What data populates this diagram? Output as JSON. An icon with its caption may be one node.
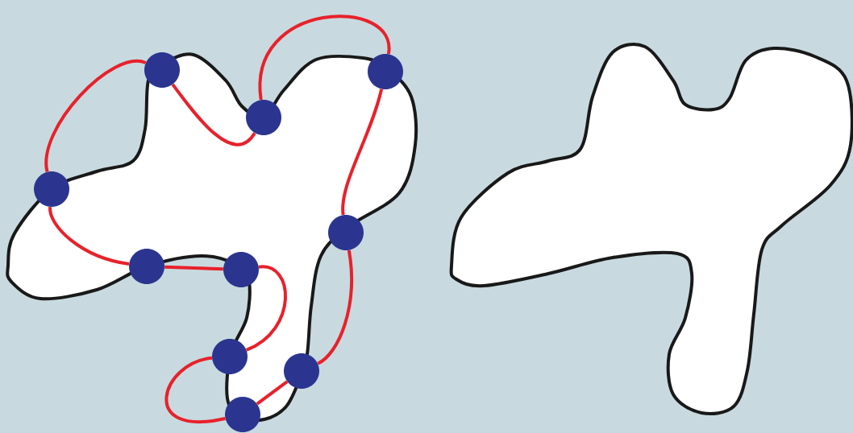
{
  "diagram": {
    "nodes": [
      {
        "text": [],
        "shape": "circle"
      },
      {
        "text": [],
        "shape": "circle"
      },
      {
        "text": [],
        "shape": "circle"
      },
      {
        "text": [],
        "shape": "circle"
      },
      {
        "text": [],
        "shape": "circle"
      },
      {
        "text": [],
        "shape": "circle"
      },
      {
        "text": [],
        "shape": "circle"
      },
      {
        "text": [],
        "shape": "circle"
      },
      {
        "text": [],
        "shape": "circle"
      },
      {
        "text": [],
        "shape": "circle"
      }
    ],
    "edges": [
      {
        "from": 3,
        "to": 0,
        "arrow": "none"
      },
      {
        "from": 0,
        "to": 2,
        "arrow": "none"
      },
      {
        "from": 2,
        "to": 1,
        "arrow": "none"
      },
      {
        "from": 1,
        "to": 4,
        "arrow": "none"
      },
      {
        "from": 4,
        "to": 8,
        "arrow": "none"
      },
      {
        "from": 8,
        "to": 9,
        "arrow": "none"
      },
      {
        "from": 9,
        "to": 7,
        "arrow": "none"
      },
      {
        "from": 7,
        "to": 6,
        "arrow": "none"
      },
      {
        "from": 6,
        "to": 5,
        "arrow": "none"
      },
      {
        "from": 5,
        "to": 3,
        "arrow": "none"
      }
    ]
  }
}
